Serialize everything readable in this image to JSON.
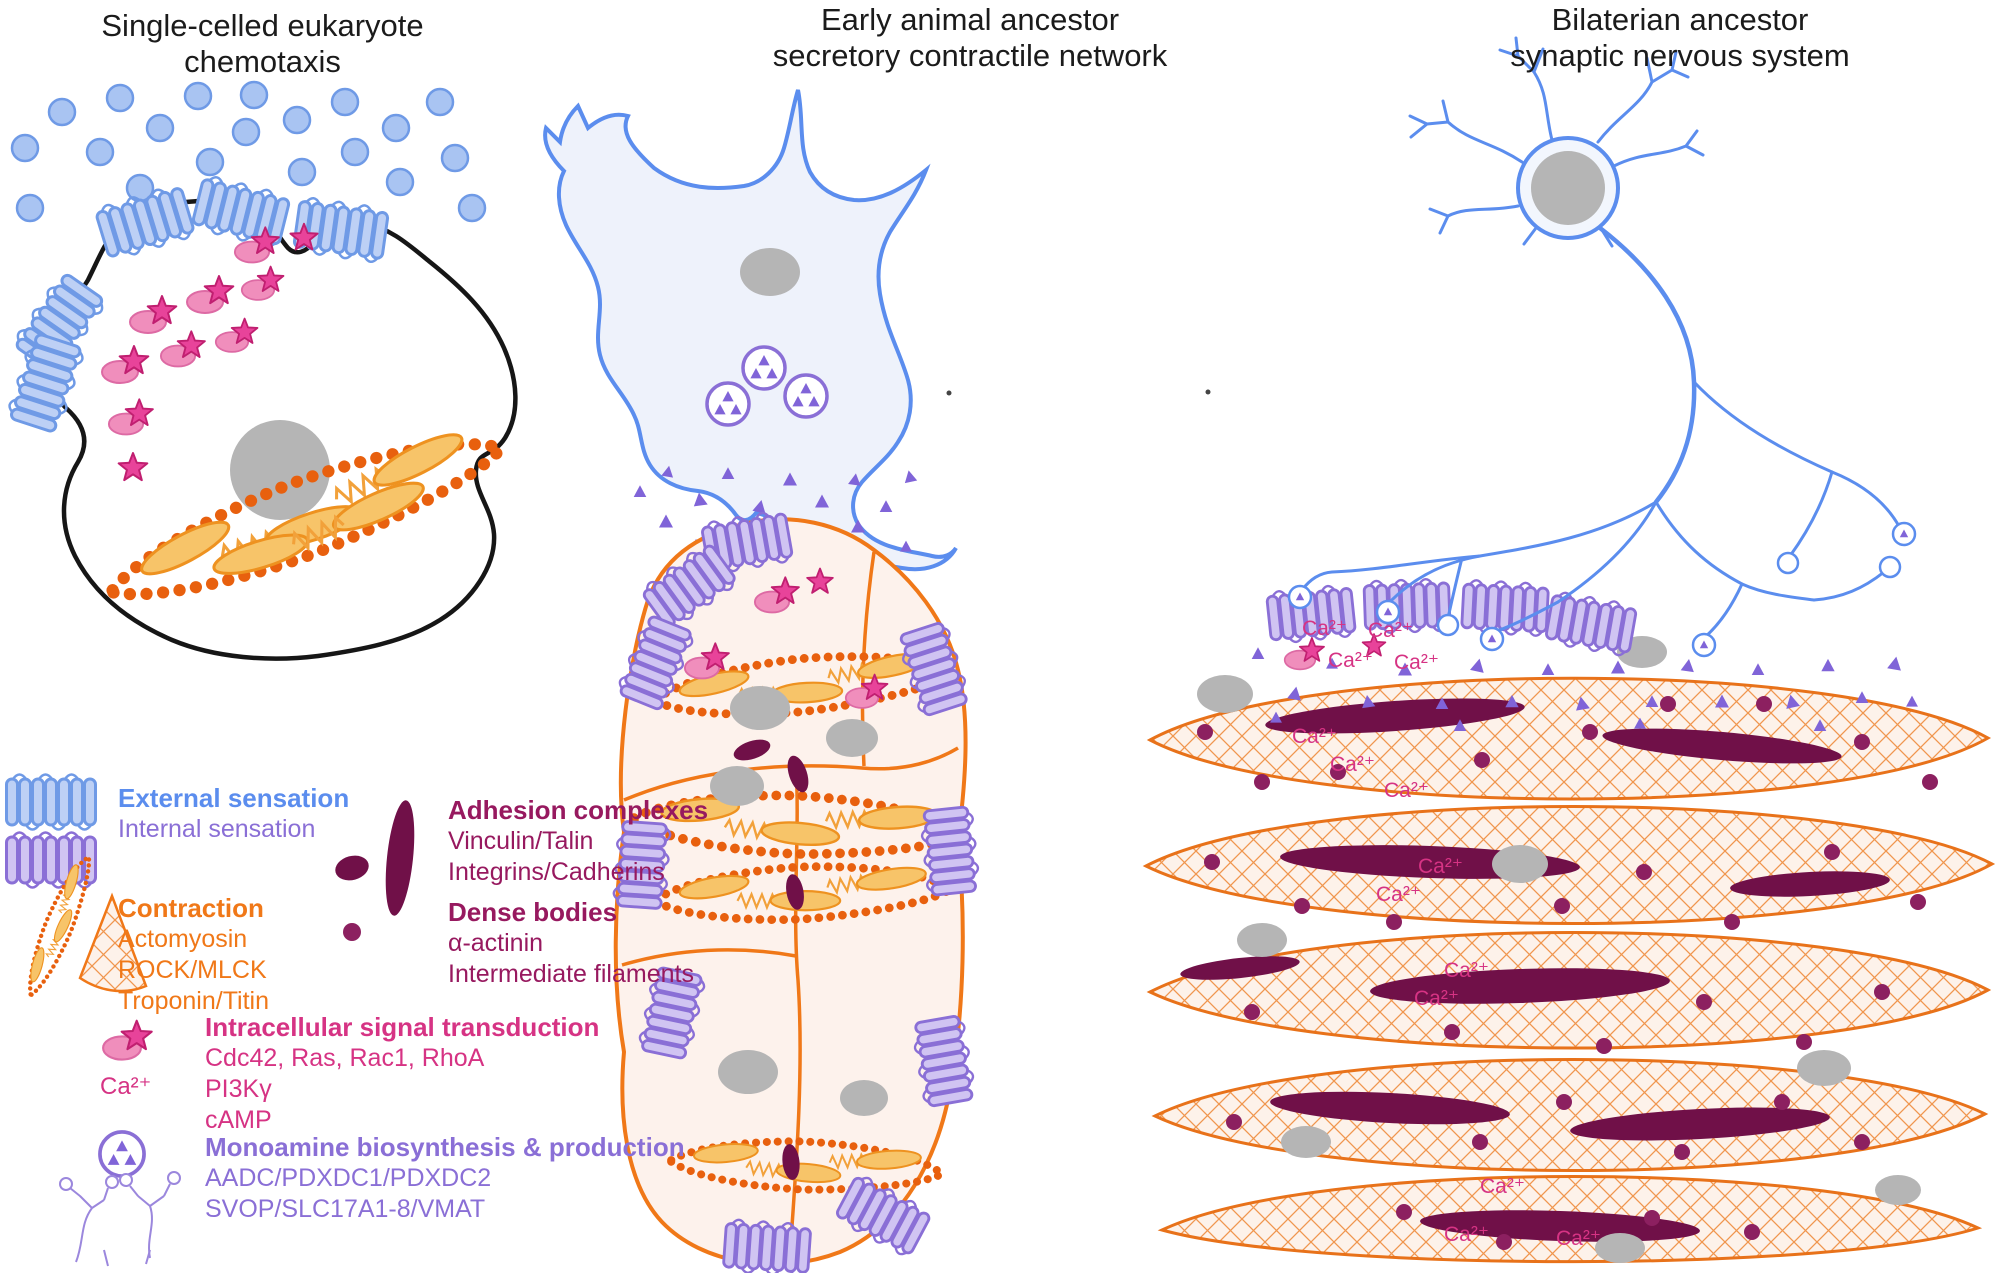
{
  "panels": [
    {
      "title": "Single-celled eukaryote\nchemotaxis"
    },
    {
      "title": "Early animal ancestor\nsecretory contractile network"
    },
    {
      "title": "Bilaterian ancestor\nsynaptic nervous system"
    }
  ],
  "legend": {
    "external_sensation": "External sensation",
    "internal_sensation": "Internal sensation",
    "contraction": {
      "title": "Contraction",
      "items": [
        "Actomyosin",
        "ROCK/MLCK",
        "Troponin/Titin"
      ]
    },
    "adhesion": {
      "title": "Adhesion complexes",
      "items": [
        "Vinculin/Talin",
        "Integrins/Cadherins"
      ]
    },
    "dense_bodies": {
      "title": "Dense bodies",
      "items": [
        "α-actinin",
        "Intermediate filaments"
      ]
    },
    "signal": {
      "title": "Intracellular signal transduction",
      "items": [
        "Cdc42, Ras, Rac1, RhoA",
        "PI3Kγ",
        "cAMP"
      ]
    },
    "monoamine": {
      "title": "Monoamine biosynthesis & production",
      "items": [
        "AADC/PDXDC1/PDXDC2",
        "SVOP/SLC17A1-8/VMAT"
      ]
    },
    "ca_label": "Ca²⁺"
  },
  "labels": {
    "ca": "Ca²⁺"
  },
  "colors": {
    "external_blue": "#5b8dee",
    "internal_purple": "#8a6fd6",
    "contraction_orange": "#f07818",
    "adhesion_maroon": "#97195f",
    "signal_pink": "#d63384",
    "monoamine_purple": "#8a6fd6",
    "nucleus_gray": "#b5b5b5"
  },
  "icons": {
    "external_sensation": "blue-transmembrane-channel-icon",
    "internal_sensation": "purple-transmembrane-channel-icon",
    "contraction": "actomyosin-fiber-icon",
    "adhesion": "dense-body-oval-icon",
    "signal_transduction": "star-and-oval-icon",
    "monoamine": "vesicle-with-triangles-icon"
  }
}
